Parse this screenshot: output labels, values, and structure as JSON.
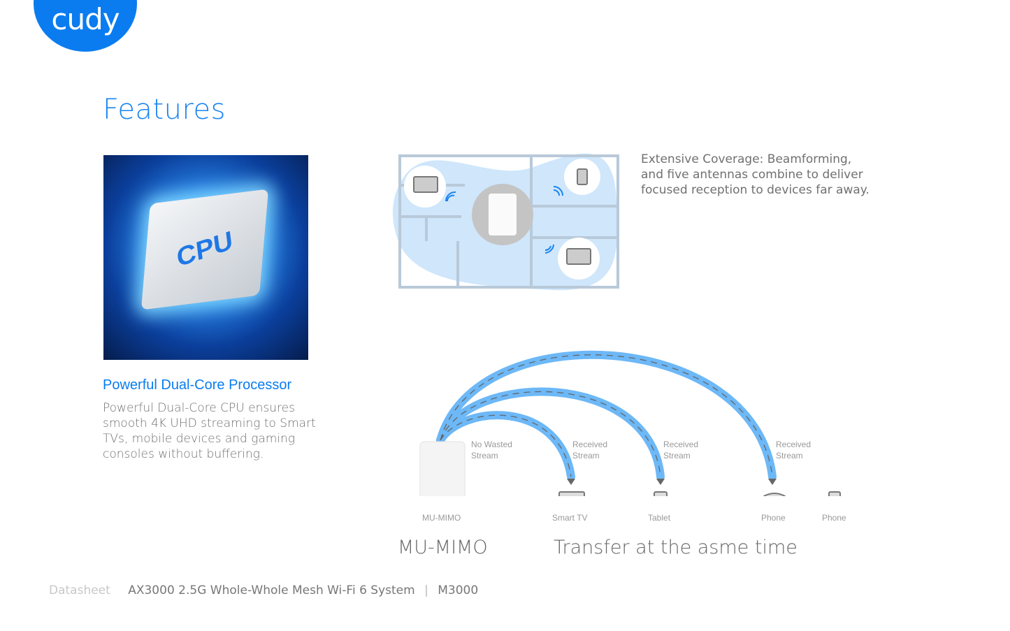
{
  "logo": {
    "text": "cudy"
  },
  "page_title": "Features",
  "processor": {
    "image_label": "CPU",
    "title": "Powerful Dual-Core Processor",
    "description": "Powerful Dual-Core CPU ensures smooth 4K UHD streaming to Smart TVs, mobile devices and gaming consoles without buffering."
  },
  "coverage": {
    "description": "Extensive Coverage: Beamforming, and five antennas combine to deliver focused reception to devices far away."
  },
  "mumimo": {
    "stream_labels": [
      "No Wasted Stream",
      "Received Stream",
      "Received Stream",
      "Received Stream"
    ],
    "devices": [
      "MU-MIMO",
      "Smart TV",
      "Tablet",
      "Phone",
      "Phone"
    ],
    "caption_left": "MU-MIMO",
    "caption_right": "Transfer at the asme time"
  },
  "footer": {
    "doc_type": "Datasheet",
    "product": "AX3000 2.5G Whole-Whole Mesh Wi-Fi 6 System",
    "separator": "|",
    "model": "M3000"
  },
  "colors": {
    "brand": "#0a7cf0",
    "coverage": "#cfe6fb",
    "arc": "#6db8f7"
  }
}
